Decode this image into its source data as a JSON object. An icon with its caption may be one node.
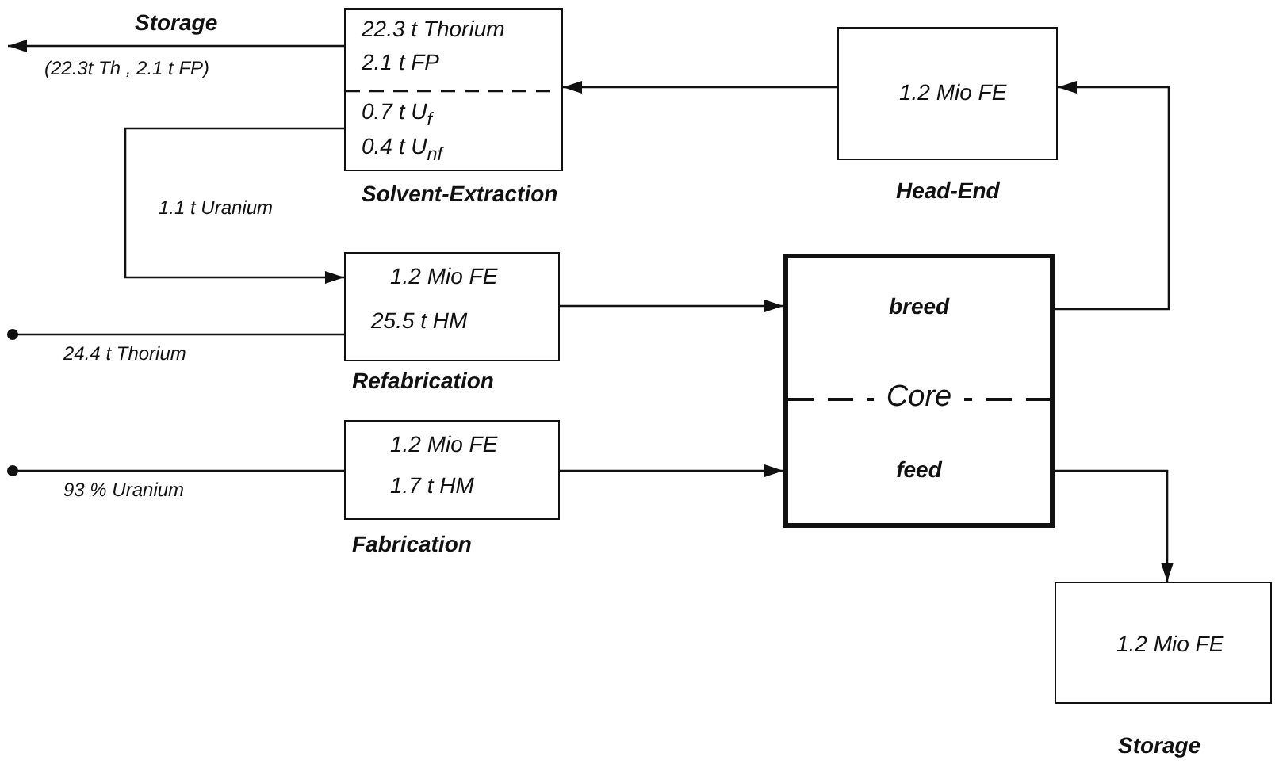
{
  "diagram": {
    "nodes": [
      {
        "text": [
          "22.3 t Thorium",
          "2.1 t FP",
          "0.7 t U$_{f}$",
          "0.4 t U$_{nf}$"
        ],
        "beside": [
          "Solvent-Extraction"
        ]
      },
      {
        "text": [
          "1.2 Mio FE"
        ],
        "beside": [
          "Head-End"
        ]
      },
      {
        "text": [
          "1.2 Mio FE",
          "25.5 t HM"
        ],
        "beside": [
          "Refabrication"
        ]
      },
      {
        "text": [
          "1.2 Mio FE",
          "1.7 t HM"
        ],
        "beside": [
          "Fabrication"
        ]
      },
      {
        "text": [
          "breed",
          "Core",
          "feed"
        ]
      },
      {
        "text": [
          "1.2 Mio FE"
        ],
        "beside": [
          "Storage"
        ]
      }
    ],
    "edges": [
      {
        "from": 0,
        "to": null,
        "arrow": "to",
        "label": "(22.3t Th , 2.1 t FP)"
      },
      {
        "from": 1,
        "to": 0,
        "arrow": "to"
      },
      {
        "from": 0,
        "to": 2,
        "arrow": "to",
        "label": "1.1 t Uranium"
      },
      {
        "from": null,
        "to": 2,
        "arrow": "other",
        "label": "24.4 t Thorium"
      },
      {
        "from": 2,
        "to": 4,
        "arrow": "to"
      },
      {
        "from": null,
        "to": 3,
        "arrow": "other",
        "label": "93 % Uranium"
      },
      {
        "from": 3,
        "to": 4,
        "arrow": "to"
      },
      {
        "from": 4,
        "to": 1,
        "arrow": "to"
      },
      {
        "from": 4,
        "to": 5,
        "arrow": "to"
      }
    ],
    "labels": [
      "Storage"
    ]
  }
}
